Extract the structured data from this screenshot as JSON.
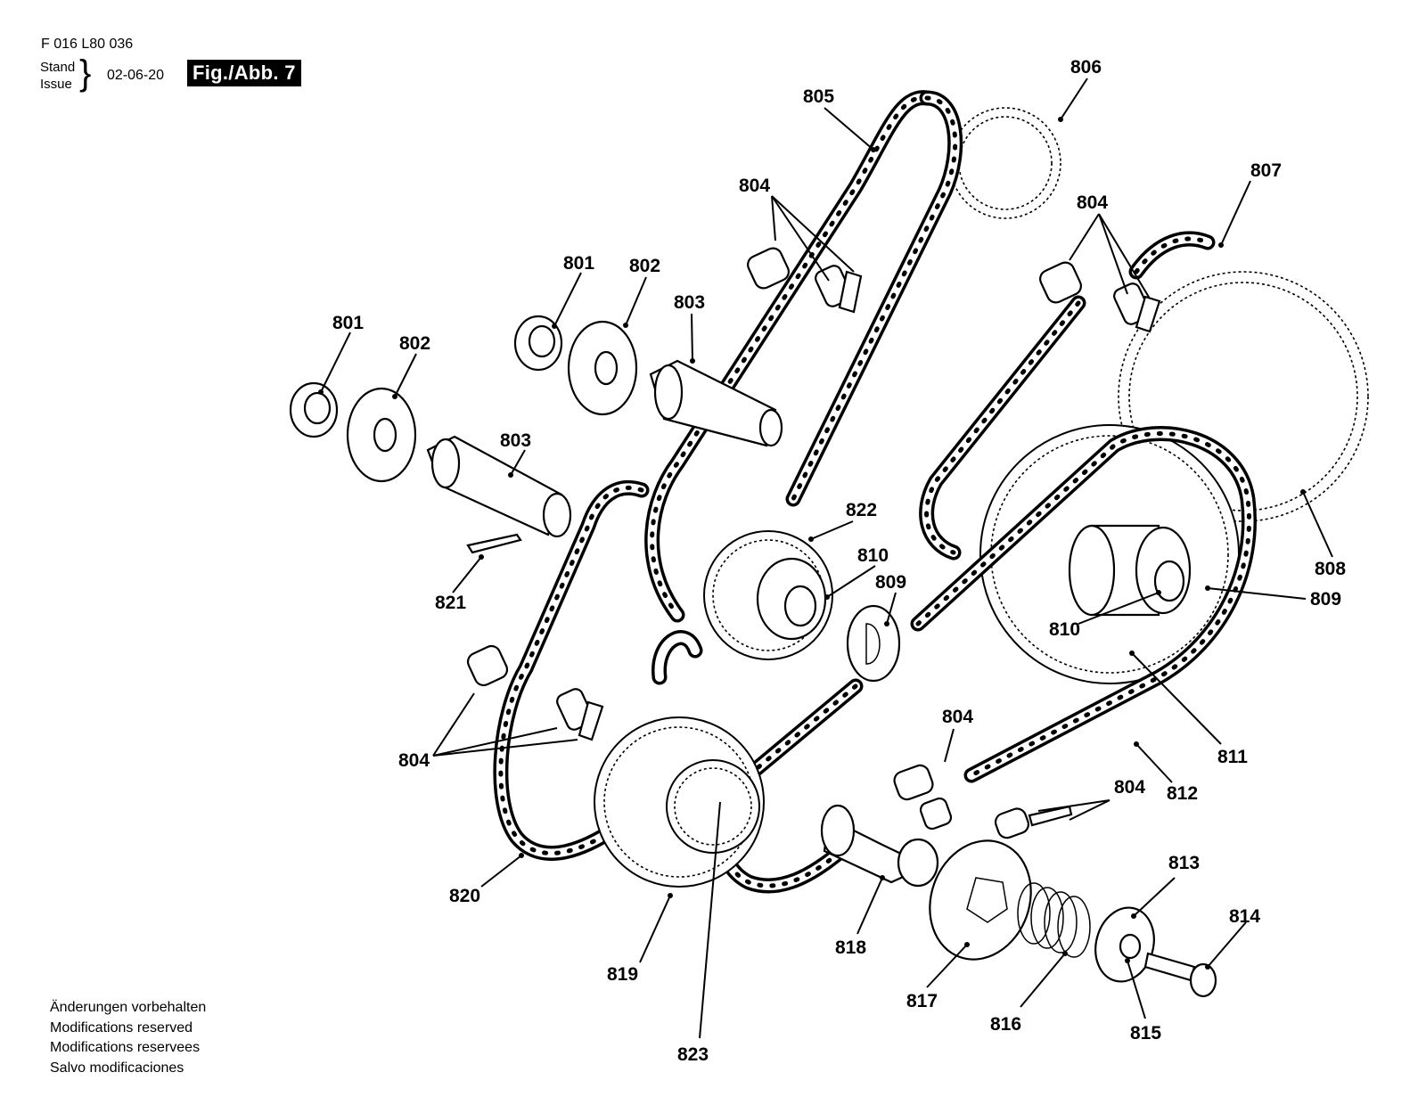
{
  "header": {
    "doc_number": "F 016 L80 036",
    "stand_label": "Stand",
    "issue_label": "Issue",
    "brace": "}",
    "issue_date": "02-06-20",
    "figure_badge": "Fig./Abb. 7"
  },
  "footer": {
    "notice_lines": [
      "Änderungen vorbehalten",
      "Modifications reserved",
      "Modifications reservees",
      "Salvo modificaciones"
    ]
  },
  "callouts": {
    "c801a": "801",
    "c802a": "802",
    "c803a": "803",
    "c801b": "801",
    "c802b": "802",
    "c803b": "803",
    "c804a": "804",
    "c805": "805",
    "c806": "806",
    "c807": "807",
    "c804b": "804",
    "c822": "822",
    "c810a": "810",
    "c809a": "809",
    "c821": "821",
    "c804c": "804",
    "c808": "808",
    "c809b": "809",
    "c810b": "810",
    "c811": "811",
    "c804d": "804",
    "c812": "812",
    "c804e": "804",
    "c820": "820",
    "c819": "819",
    "c823": "823",
    "c818": "818",
    "c817": "817",
    "c816": "816",
    "c815": "815",
    "c813": "813",
    "c814": "814"
  }
}
